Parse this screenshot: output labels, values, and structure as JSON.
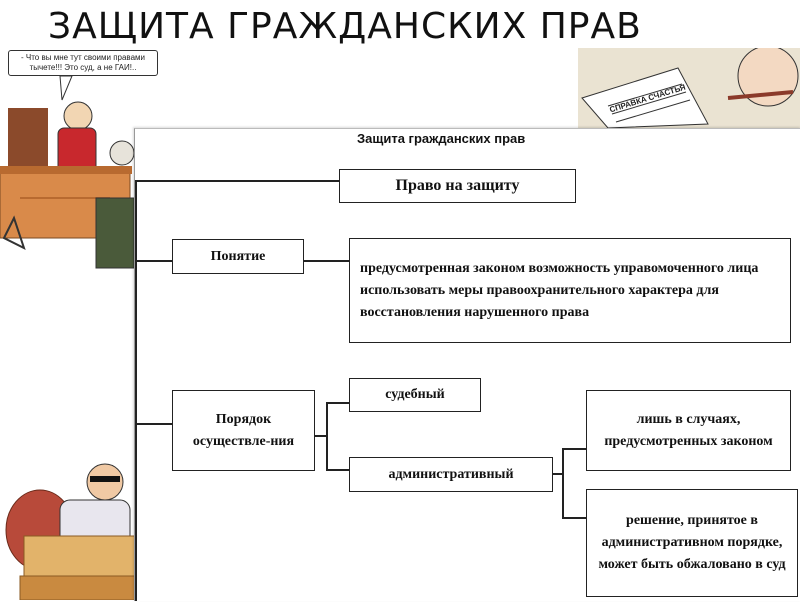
{
  "slide": {
    "title": "ЗАЩИТА ГРАЖДАНСКИХ ПРАВ"
  },
  "cartoon": {
    "speech": "- Что вы мне тут своими правами тычете!!! Это суд, а не ГАИ!..",
    "document_title": "СПРАВКА СЧАСТЬЯ"
  },
  "diagram": {
    "title": "Защита гражданских прав",
    "root": "Право на защиту",
    "concept": {
      "label": "Понятие",
      "definition": "предусмотренная законом возможность управомоченного лица использовать меры правоохранительного характера для восстановления нарушенного права"
    },
    "procedure": {
      "label": "Порядок осуществле-ния",
      "judicial": "судебный",
      "administrative": "административный",
      "admin_case_1": "лишь в случаях, предусмотренных законом",
      "admin_case_2": "решение, принятое в административном порядке, может быть обжаловано в суд"
    }
  }
}
